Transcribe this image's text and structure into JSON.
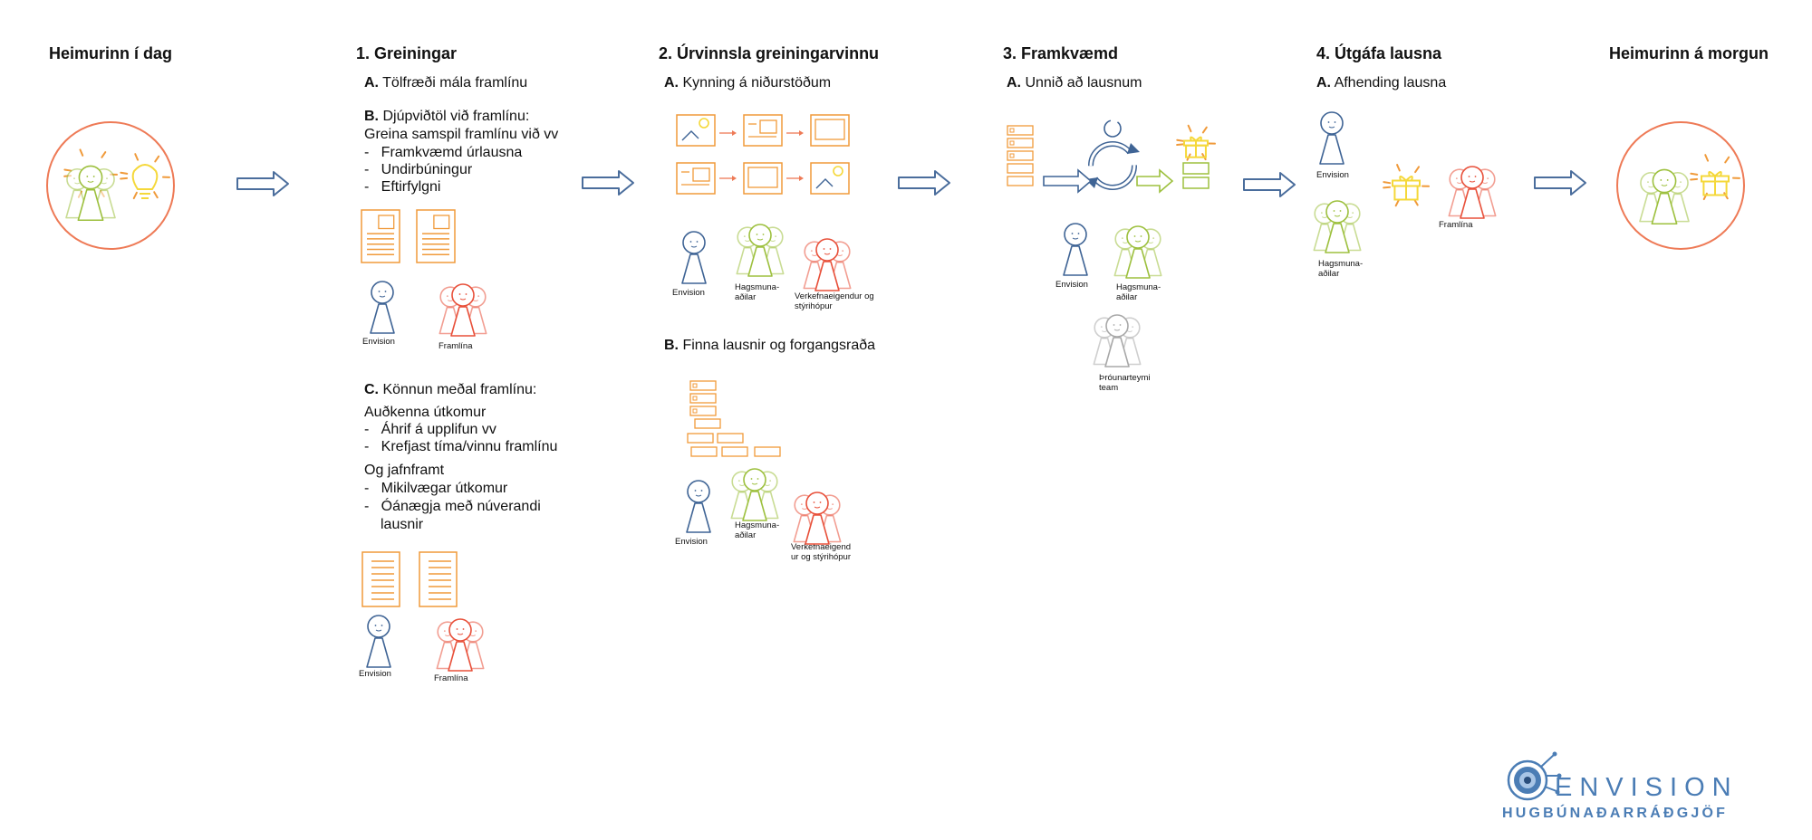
{
  "columns": {
    "today": {
      "title": "Heimurinn í dag"
    },
    "analysis": {
      "title": "1. Greiningar",
      "a_letter": "A.",
      "a_text": "Tölfræði mála framlínu",
      "b_letter": "B.",
      "b_text": "Djúpviðtöl við framlínu:",
      "b_lines": [
        "Greina samspil framlínu við vv"
      ],
      "b_bullets": [
        "Framkvæmd úrlausna",
        "Undirbúningur",
        "Eftirfylgni"
      ],
      "b_people": {
        "envision": "Envision",
        "frontline": "Framlína"
      },
      "c_letter": "C.",
      "c_text": "Könnun meðal framlínu:",
      "c_intro": "Auðkenna útkomur",
      "c_bullets1": [
        "Áhrif á upplifun vv",
        "Krefjast tíma/vinnu framlínu"
      ],
      "c_intro2": "Og jafnframt",
      "c_bullets2": [
        "Mikilvægar útkomur",
        "Óánægja með núverandi",
        "lausnir"
      ],
      "c_people": {
        "envision": "Envision",
        "frontline": "Framlína"
      }
    },
    "processing": {
      "title": "2. Úrvinnsla greiningarvinnu",
      "a_letter": "A.",
      "a_text": "Kynning á niðurstöðum",
      "a_people": {
        "envision": "Envision",
        "stakeholders": [
          "Hagsmuna-",
          "aðilar"
        ],
        "owners": [
          "Verkefnaeigendur og",
          "stýrihópur"
        ]
      },
      "b_letter": "B.",
      "b_text": "Finna lausnir og forgangsraða",
      "b_people": {
        "envision": "Envision",
        "stakeholders": [
          "Hagsmuna-",
          "aðilar"
        ],
        "owners": [
          "Verkefnaeigend",
          "ur og stýrihópur"
        ]
      }
    },
    "execution": {
      "title": "3. Framkvæmd",
      "a_letter": "A.",
      "a_text": "Unnið að lausnum",
      "people": {
        "envision": "Envision",
        "stakeholders": [
          "Hagsmuna-",
          "aðilar"
        ],
        "devteam": [
          "Þróunarteymi",
          "team"
        ]
      }
    },
    "release": {
      "title": "4. Útgáfa lausna",
      "a_letter": "A.",
      "a_text": "Afhending lausna",
      "people": {
        "envision": "Envision",
        "stakeholders": [
          "Hagsmuna-",
          "aðilar"
        ],
        "frontline": "Framlína"
      }
    },
    "tomorrow": {
      "title": "Heimurinn á morgun"
    }
  },
  "logo": {
    "name": "ENVISION",
    "tagline": "HUGBÚNAÐARRÁÐGJÖF"
  },
  "colors": {
    "orange": "#f09a3a",
    "salmon": "#ee7a56",
    "green": "#9dc03e",
    "red": "#e8503a",
    "blue": "#3f6495",
    "yellow": "#f5d83a",
    "gray": "#a8a8a8",
    "arrow": "#4a6d9c"
  }
}
